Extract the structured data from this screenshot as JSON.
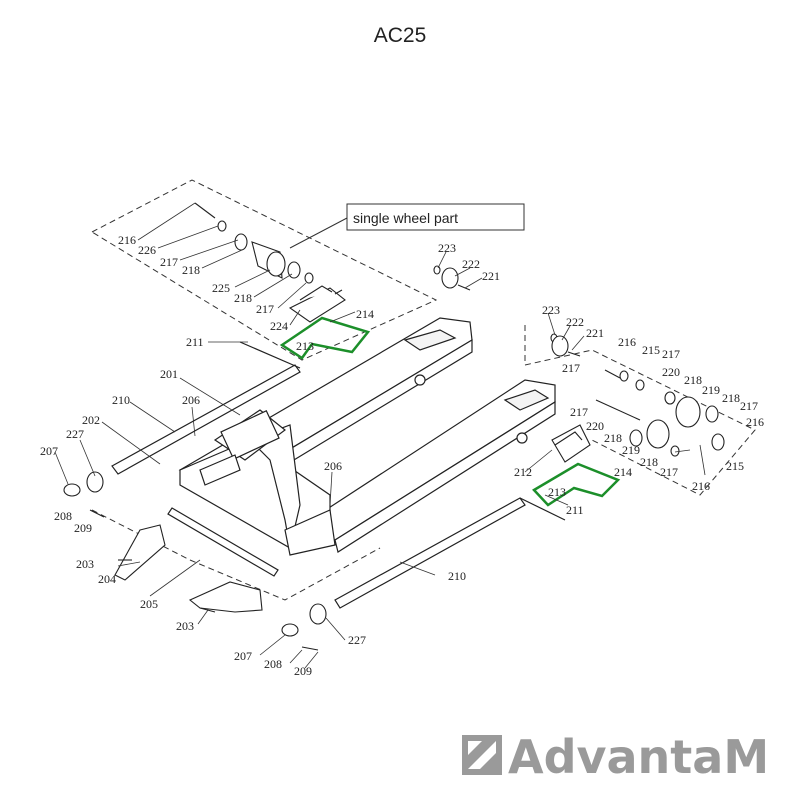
{
  "title": "AC25",
  "callout": "single wheel part",
  "brand": {
    "name": "AdvantaM"
  },
  "highlight_color": "#1c8f2a",
  "labels": [
    {
      "id": "l216a",
      "text": "216"
    },
    {
      "id": "l226",
      "text": "226"
    },
    {
      "id": "l217a",
      "text": "217"
    },
    {
      "id": "l218a",
      "text": "218"
    },
    {
      "id": "l225",
      "text": "225"
    },
    {
      "id": "l218b",
      "text": "218"
    },
    {
      "id": "l217b",
      "text": "217"
    },
    {
      "id": "l224",
      "text": "224"
    },
    {
      "id": "l214a",
      "text": "214"
    },
    {
      "id": "l213a",
      "text": "213"
    },
    {
      "id": "l223a",
      "text": "223"
    },
    {
      "id": "l222a",
      "text": "222"
    },
    {
      "id": "l221a",
      "text": "221"
    },
    {
      "id": "l223b",
      "text": "223"
    },
    {
      "id": "l222b",
      "text": "222"
    },
    {
      "id": "l221b",
      "text": "221"
    },
    {
      "id": "l216b",
      "text": "216"
    },
    {
      "id": "l215a",
      "text": "215"
    },
    {
      "id": "l217c",
      "text": "217"
    },
    {
      "id": "l217d",
      "text": "217"
    },
    {
      "id": "l220a",
      "text": "220"
    },
    {
      "id": "l218c",
      "text": "218"
    },
    {
      "id": "l219a",
      "text": "219"
    },
    {
      "id": "l218d",
      "text": "218"
    },
    {
      "id": "l217e",
      "text": "217"
    },
    {
      "id": "l216c",
      "text": "216"
    },
    {
      "id": "l217f",
      "text": "217"
    },
    {
      "id": "l220b",
      "text": "220"
    },
    {
      "id": "l218e",
      "text": "218"
    },
    {
      "id": "l219b",
      "text": "219"
    },
    {
      "id": "l218f",
      "text": "218"
    },
    {
      "id": "l217g",
      "text": "217"
    },
    {
      "id": "l215b",
      "text": "215"
    },
    {
      "id": "l216d",
      "text": "216"
    },
    {
      "id": "l212",
      "text": "212"
    },
    {
      "id": "l214b",
      "text": "214"
    },
    {
      "id": "l213b",
      "text": "213"
    },
    {
      "id": "l211a",
      "text": "211"
    },
    {
      "id": "l211b",
      "text": "211"
    },
    {
      "id": "l201",
      "text": "201"
    },
    {
      "id": "l210a",
      "text": "210"
    },
    {
      "id": "l206a",
      "text": "206"
    },
    {
      "id": "l202",
      "text": "202"
    },
    {
      "id": "l227a",
      "text": "227"
    },
    {
      "id": "l207a",
      "text": "207"
    },
    {
      "id": "l208a",
      "text": "208"
    },
    {
      "id": "l209a",
      "text": "209"
    },
    {
      "id": "l206b",
      "text": "206"
    },
    {
      "id": "l203a",
      "text": "203"
    },
    {
      "id": "l204",
      "text": "204"
    },
    {
      "id": "l205",
      "text": "205"
    },
    {
      "id": "l210b",
      "text": "210"
    },
    {
      "id": "l203b",
      "text": "203"
    },
    {
      "id": "l207b",
      "text": "207"
    },
    {
      "id": "l208b",
      "text": "208"
    },
    {
      "id": "l209b",
      "text": "209"
    },
    {
      "id": "l227b",
      "text": "227"
    }
  ]
}
